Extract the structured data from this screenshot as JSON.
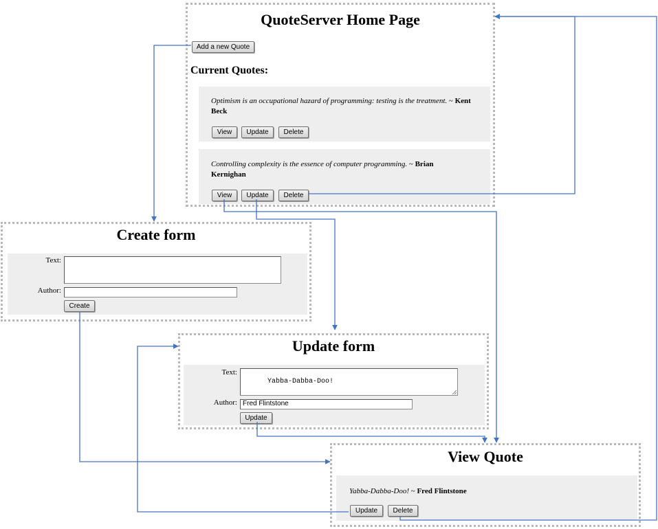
{
  "home": {
    "title": "QuoteServer Home Page",
    "add_button": "Add a new Quote",
    "current_heading": "Current Quotes:",
    "quotes": [
      {
        "text": "Optimism is an occupational hazard of programming: testing is the treatment.",
        "sep": " ~ ",
        "author": "Kent Beck"
      },
      {
        "text": "Controlling complexity is the essence of computer programming.",
        "sep": " ~ ",
        "author": "Brian Kernighan"
      }
    ],
    "view_label": "View",
    "update_label": "Update",
    "delete_label": "Delete"
  },
  "create_form": {
    "title": "Create form",
    "text_label": "Text:",
    "author_label": "Author:",
    "text_value": "",
    "author_value": "",
    "submit_label": "Create"
  },
  "update_form": {
    "title": "Update form",
    "text_label": "Text:",
    "author_label": "Author:",
    "text_value": "Yabba-Dabba-Doo!",
    "author_value": "Fred Flintstone",
    "submit_label": "Update"
  },
  "view_quote": {
    "title": "View Quote",
    "text": "Yabba-Dabba-Doo!",
    "sep": " ~ ",
    "author": "Fred Flintstone",
    "update_label": "Update",
    "delete_label": "Delete"
  },
  "colors": {
    "arrow": "#4472c4",
    "card_bg": "#eeeeee",
    "panel_border": "#b8b8b8"
  }
}
